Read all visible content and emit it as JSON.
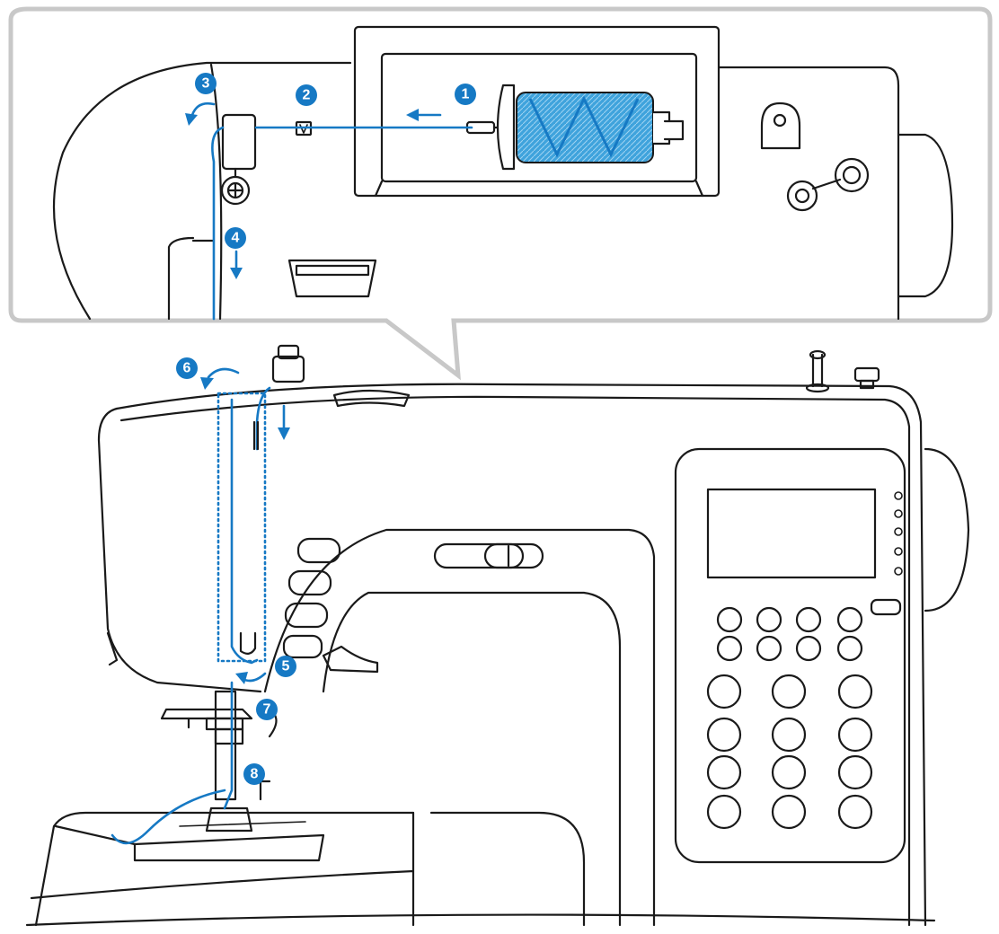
{
  "colors": {
    "thread": "#1679c4",
    "outline": "#1a1a1a",
    "callout_border": "#c8c8c8",
    "spool_fill": "#3fa3dc"
  },
  "steps": [
    {
      "number": "1"
    },
    {
      "number": "2"
    },
    {
      "number": "3"
    },
    {
      "number": "4"
    },
    {
      "number": "5"
    },
    {
      "number": "6"
    },
    {
      "number": "7"
    },
    {
      "number": "8"
    }
  ],
  "icons": [
    "spool-icon",
    "thread-guide-icon",
    "arrow-icon"
  ]
}
